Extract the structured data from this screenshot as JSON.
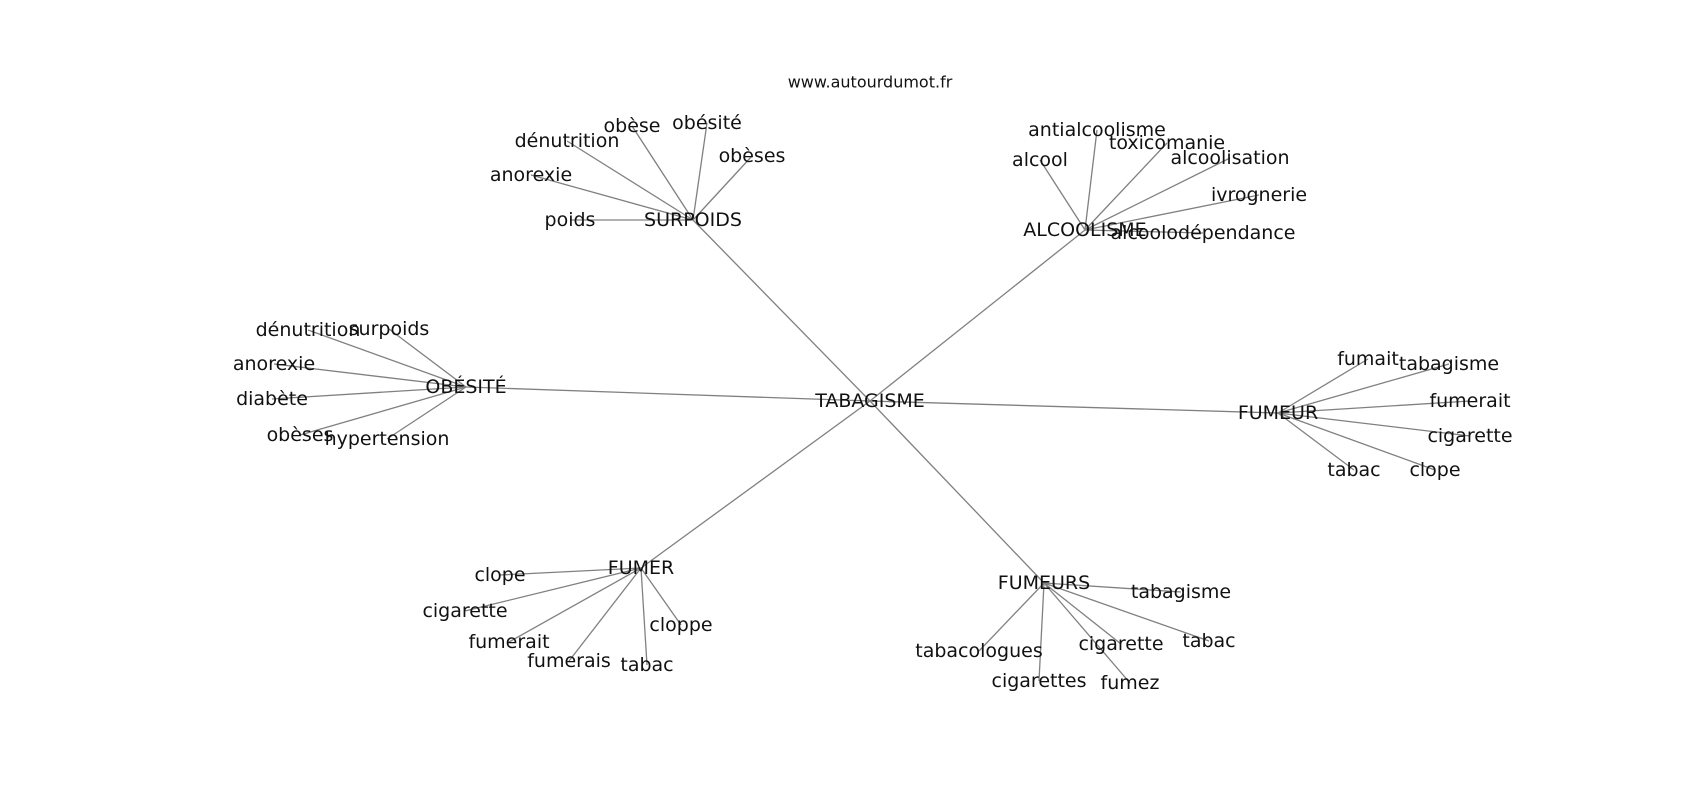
{
  "source": "www.autourdumot.fr",
  "center": "TABAGISME",
  "clusters": [
    {
      "id": "surpoids",
      "label": "SURPOIDS",
      "leaves": [
        "poids",
        "anorexie",
        "dénutrition",
        "obèse",
        "obésité",
        "obèses"
      ]
    },
    {
      "id": "alcoolisme",
      "label": "ALCOOLISME",
      "leaves": [
        "alcool",
        "antialcoolisme",
        "toxicomanie",
        "alcoolisation",
        "ivrognerie",
        "alcoolodépendance"
      ]
    },
    {
      "id": "obesite",
      "label": "OBÉSITÉ",
      "leaves": [
        "dénutrition",
        "surpoids",
        "anorexie",
        "diabète",
        "obèses",
        "hypertension"
      ]
    },
    {
      "id": "fumeur",
      "label": "FUMEUR",
      "leaves": [
        "fumait",
        "tabagisme",
        "fumerait",
        "cigarette",
        "clope",
        "tabac"
      ]
    },
    {
      "id": "fumer",
      "label": "FUMER",
      "leaves": [
        "clope",
        "cigarette",
        "fumerait",
        "fumerais",
        "tabac",
        "cloppe"
      ]
    },
    {
      "id": "fumeurs",
      "label": "FUMEURS",
      "leaves": [
        "tabagisme",
        "tabac",
        "cigarette",
        "fumez",
        "cigarettes",
        "tabacologues"
      ]
    }
  ]
}
